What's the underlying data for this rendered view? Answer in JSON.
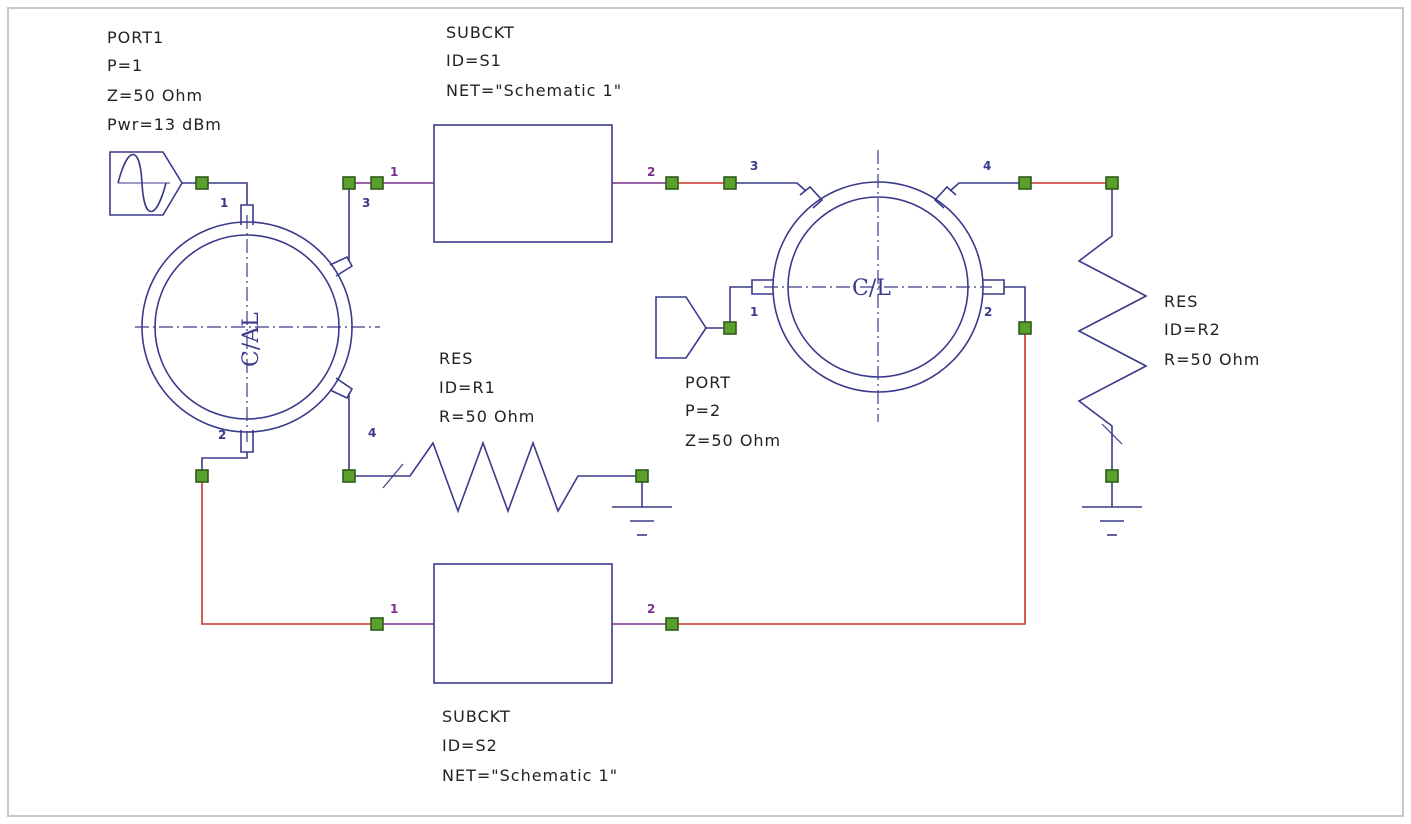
{
  "colors": {
    "frame": "#c8c8c8",
    "symbol": "#3a3a8c",
    "wire_red": "#c8372a",
    "node_fill": "#5aa02c",
    "pin_purple": "#7a2f8c",
    "pin_blue": "#3a3a8c",
    "text": "#222222"
  },
  "components": {
    "port1": {
      "lines": [
        "PORT1",
        "P=1",
        "Z=50 Ohm",
        "Pwr=13 dBm"
      ]
    },
    "subckt_s1": {
      "lines": [
        "SUBCKT",
        "ID=S1",
        "NET=\"Schematic 1\""
      ]
    },
    "res_r1": {
      "lines": [
        "RES",
        "ID=R1",
        "R=50 Ohm"
      ]
    },
    "port2": {
      "lines": [
        "PORT",
        "P=2",
        "Z=50 Ohm"
      ]
    },
    "res_r2": {
      "lines": [
        "RES",
        "ID=R2",
        "R=50 Ohm"
      ]
    },
    "subckt_s2": {
      "lines": [
        "SUBCKT",
        "ID=S2",
        "NET=\"Schematic 1\""
      ]
    },
    "coupler_left": {
      "label": "C/AL"
    },
    "coupler_right": {
      "label": "C/L"
    }
  },
  "pins": {
    "cl1": "1",
    "cl2": "2",
    "cl3": "3",
    "cl4": "4",
    "s1_1": "1",
    "s1_2": "2",
    "cr1": "1",
    "cr2": "2",
    "cr3": "3",
    "cr4": "4",
    "s2_1": "1",
    "s2_2": "2"
  }
}
